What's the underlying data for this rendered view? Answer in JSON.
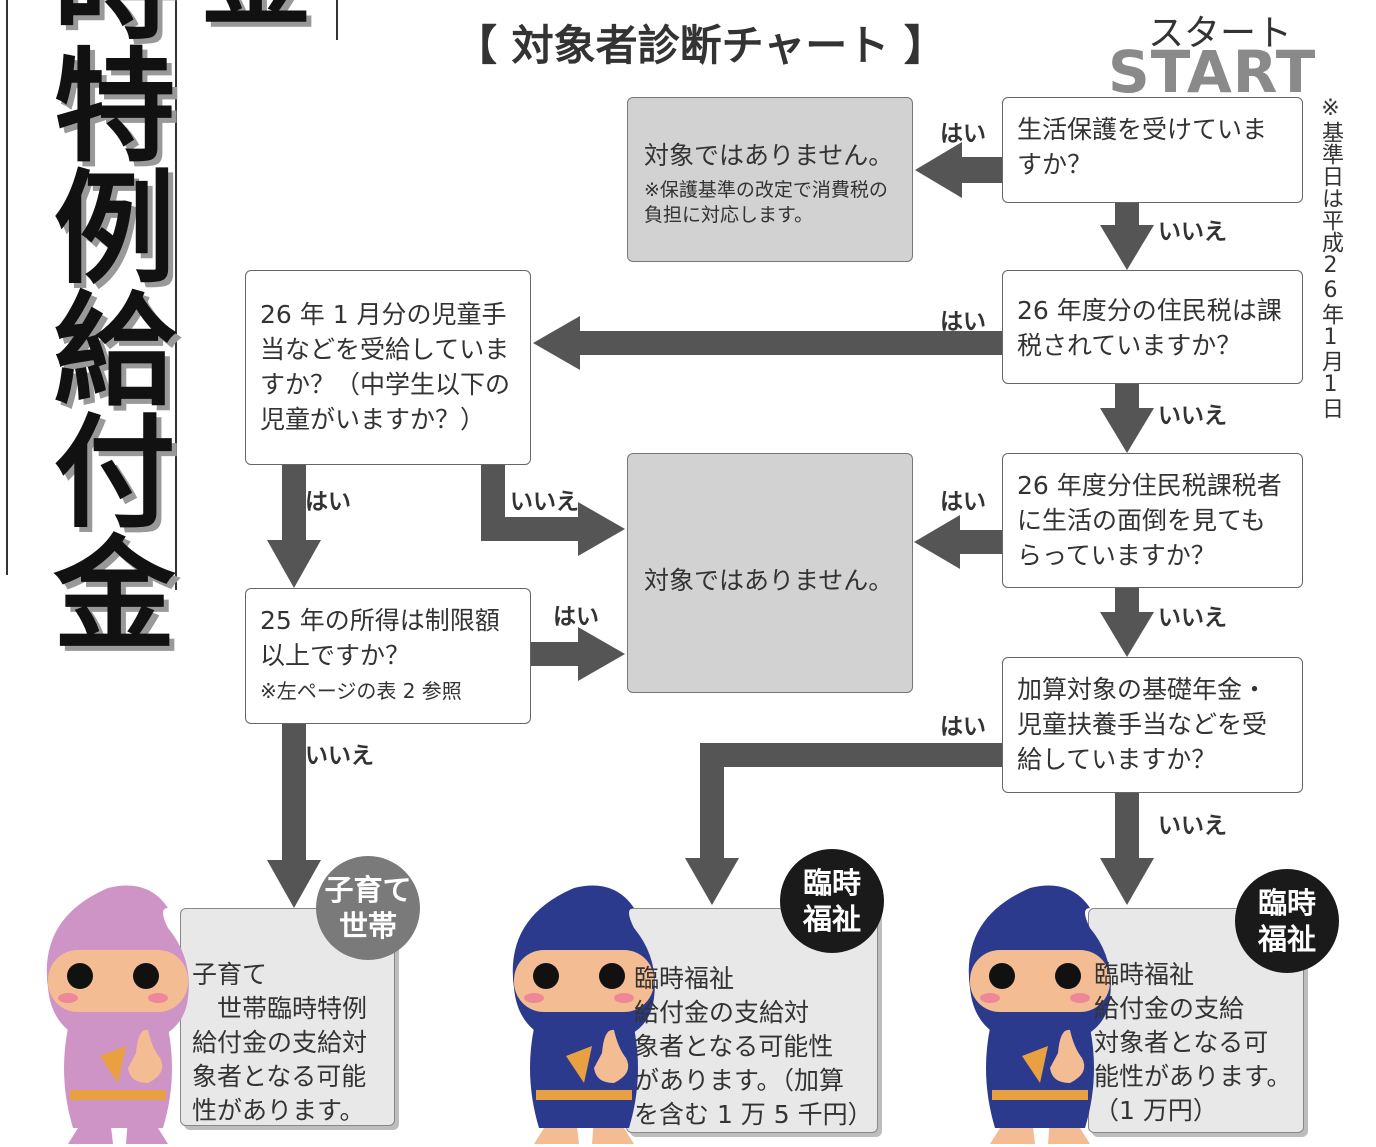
{
  "title_vertical": {
    "main": "時特例給付金",
    "partial": "金"
  },
  "chart_title": "【 対象者診断チャート 】",
  "start": {
    "kana": "スタート",
    "en": "START"
  },
  "side_note": "※基準日は平成26年1月1日",
  "questions": {
    "q1": "生活保護を受けていますか？",
    "q2": "26 年度分の住民税は課税されていますか？",
    "q3": "26 年度分住民税課税者に生活の面倒を見てもらっていますか？",
    "q4": "加算対象の基礎年金・児童扶養手当などを受給していますか？",
    "q5": "26 年 1 月分の児童手当などを受給していますか？（中学生以下の児童がいますか？）",
    "q6": "25 年の所得は制限額以上ですか？",
    "q6_note": "※左ページの表 2 参照"
  },
  "not_eligible": {
    "top_main": "対象ではありません。",
    "top_note": "※保護基準の改定で消費税の負担に対応します。",
    "center": "対象ではありません。"
  },
  "labels": {
    "yes": "はい",
    "no": "いいえ"
  },
  "badges": {
    "child": "子育て\n世帯",
    "welfare": "臨時\n福祉"
  },
  "results": {
    "r1": "子育て\n　世帯臨時特例\n給付金の支給対\n象者となる可能\n性があります。",
    "r2": "臨時福祉\n給付金の支給対\n象者となる可能性\nがあります。（加算\nを含む 1 万 5 千円）",
    "r3": "臨時福祉\n給付金の支給\n対象者となる可\n能性があります。\n（1 万円）"
  },
  "colors": {
    "arrow": "#555555",
    "gray_box": "#d2d2d2",
    "ninja_pink": "#cf94c6",
    "ninja_blue": "#2b3a8c",
    "badge_gray": "#7a7a7a",
    "badge_black": "#1a1a1a"
  },
  "icons": [
    "ninja-pink-icon",
    "ninja-blue-icon"
  ]
}
